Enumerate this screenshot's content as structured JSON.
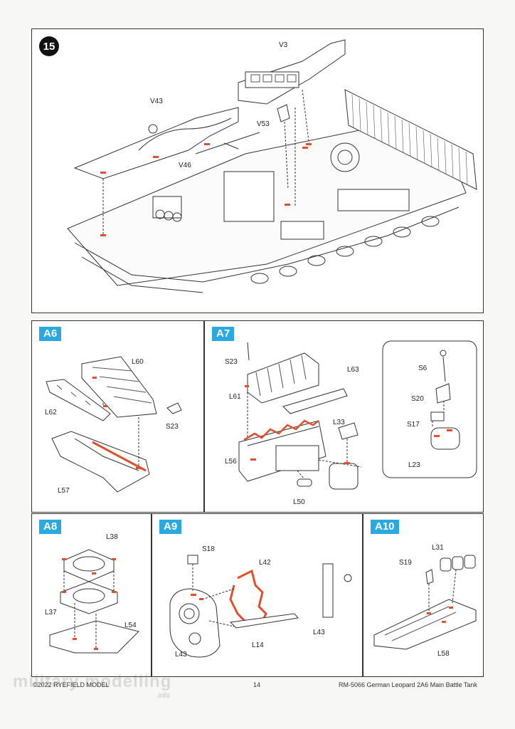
{
  "step15": {
    "number": "15",
    "labels": [
      "V3",
      "V43",
      "V53",
      "V46"
    ]
  },
  "a6": {
    "badge": "A6",
    "labels": [
      "L60",
      "L62",
      "S23",
      "L57"
    ]
  },
  "a7": {
    "badge": "A7",
    "labels": [
      "S23",
      "L63",
      "L61",
      "L56",
      "L33",
      "L50",
      "S6",
      "S20",
      "S17",
      "L23"
    ]
  },
  "a8": {
    "badge": "A8",
    "labels": [
      "L38",
      "L37",
      "L54"
    ]
  },
  "a9": {
    "badge": "A9",
    "labels": [
      "S18",
      "L42",
      "L14",
      "L43",
      "L43"
    ]
  },
  "a10": {
    "badge": "A10",
    "labels": [
      "L31",
      "S19",
      "L58"
    ]
  },
  "footer": {
    "copyright": "©2022 RYEFIELD MODEL",
    "page": "14",
    "title": "RM-5066 German Leopard 2A6 Main Battle Tank"
  },
  "watermark": {
    "text": "military modelling",
    "sub": ".info"
  },
  "colors": {
    "accent_badge": "#2aa9e0",
    "glue_mark": "#e0502a",
    "line": "#333333"
  }
}
